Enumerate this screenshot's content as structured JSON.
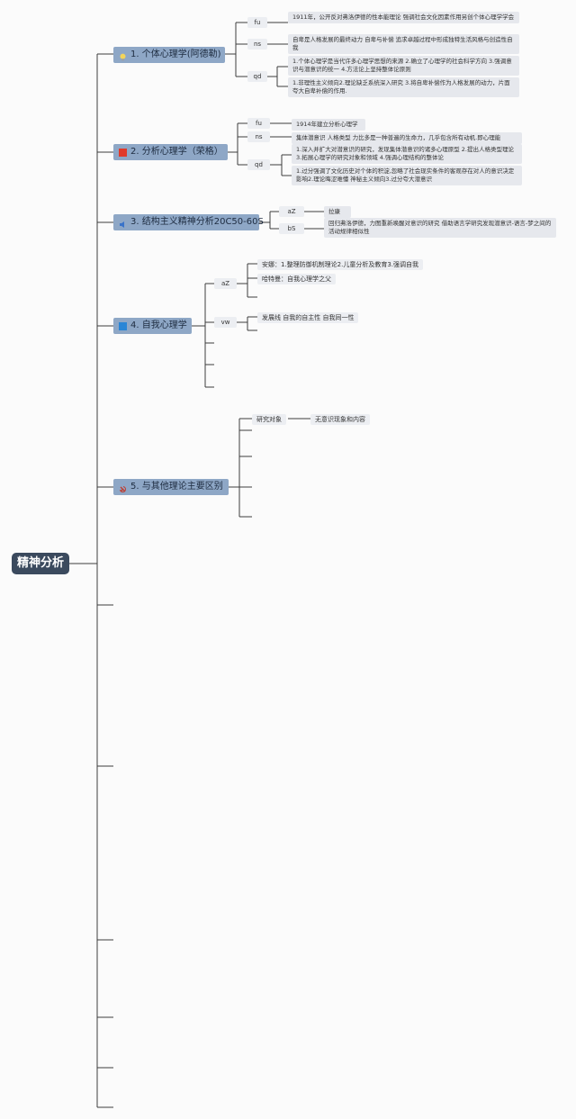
{
  "root": {
    "label": "精神分析"
  },
  "colors": {
    "line": "#3c3c3c",
    "topic_bg": "#8ea7c6",
    "root_bg": "#3b4a5e",
    "note_bg": "#e6e8ed"
  },
  "branches": [
    {
      "label": "1. 个体心理学(阿德勒)",
      "icon": "lightbulb-icon",
      "tags": [
        "fu",
        "ns",
        "qd"
      ],
      "notes": [
        "1911年，公开反对弗洛伊德的性本能理论 强调社会文化因素作用另创个体心理学学会",
        "自卑是人格发展的最终动力 自卑与补偿 追求卓越过程中形成独特生活风格与创造性自我",
        "1.个体心理学是当代许多心理学思想的来源 2.确立了心理学的社会科学方向 3.强调意识与潜意识的统一 4.方法论上坚持整体论原则",
        "1.非理性主义倾向2.理论缺乏系统深入研究 3.将自卑补偿作为人格发展的动力，片面夸大自卑补偿的作用."
      ]
    },
    {
      "label": "2. 分析心理学（荣格）",
      "icon": "red-square-icon",
      "tags": [
        "fu",
        "ns",
        "qd"
      ],
      "notes": [
        "1914年建立分析心理学",
        "集体潜意识 人格类型 力比多是一种普遍的生命力，几乎包含所有动机.即心理能",
        "1.深入并扩大对潜意识的研究，发现集体潜意识的诸多心理原型 2.提出人格类型理论3.拓展心理学的研究对象和领域 4.强调心理结构的整体论",
        "1.过分强调了文化历史对个体的积淀,忽略了社会现实条件的客观存在对人的意识决定影响2.理论晦涩难懂 神秘主义倾向3.过分夸大潜意识"
      ]
    },
    {
      "label": "3. 结构主义精神分析20C50-60S",
      "icon": "speaker-icon",
      "tags": [
        "aZ",
        "bS"
      ],
      "notes": [
        "拉康",
        "回归弗洛伊德，力图重新唤醒对意识的研究 借助语言学研究发现潜意识-语言-梦之间的活动规律相似性"
      ]
    },
    {
      "label": "4. 自我心理学",
      "icon": "blue-square-icon",
      "tags": [
        "aZ",
        "vw"
      ],
      "subs": [
        "安娜：1.整理防御机制理论2.儿童分析及教育3.强调自我",
        "哈特曼：自我心理学之父",
        "发展线 自我的自主性 自我同一性"
      ]
    },
    {
      "label": "5. 与其他理论主要区别",
      "icon": "hammer-sickle-icon",
      "subs": [
        "研究对象",
        "无意识现象和内容"
      ]
    }
  ]
}
